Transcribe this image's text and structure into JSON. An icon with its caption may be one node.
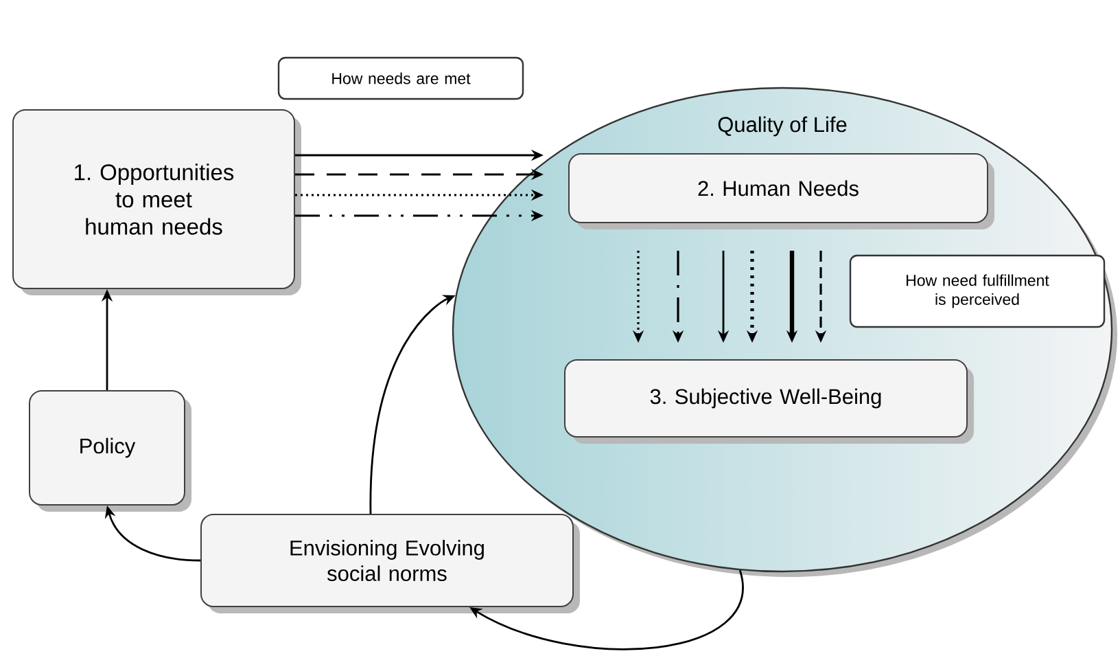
{
  "diagram": {
    "nodes": [
      {
        "text": [
          "Quality of Life"
        ]
      },
      {
        "text": [
          "1. Opportunities to meet human needs"
        ]
      },
      {
        "text": [
          "2. Human Needs"
        ],
        "in": 0
      },
      {
        "text": [
          "3. Subjective Well-Being"
        ],
        "in": 0
      },
      {
        "text": [
          "Policy"
        ]
      },
      {
        "text": [
          "Envisioning Evolving social norms"
        ]
      },
      {
        "text": [
          "How needs are met"
        ]
      },
      {
        "text": [
          "How need fulfillment is perceived"
        ],
        "in": 0
      }
    ],
    "edges": [
      {
        "from": 1,
        "to": 2,
        "arrow": "to"
      },
      {
        "from": 1,
        "to": 2,
        "arrow": "to",
        "style": "dashed"
      },
      {
        "from": 1,
        "to": 2,
        "arrow": "to",
        "style": "dashed"
      },
      {
        "from": 1,
        "to": 2,
        "arrow": "to",
        "style": "dashed"
      },
      {
        "from": 2,
        "to": 3,
        "arrow": "to",
        "style": "dashed"
      },
      {
        "from": 2,
        "to": 3,
        "arrow": "to",
        "style": "dashed"
      },
      {
        "from": 2,
        "to": 3,
        "arrow": "to"
      },
      {
        "from": 2,
        "to": 3,
        "arrow": "to",
        "style": "dashed"
      },
      {
        "from": 2,
        "to": 3,
        "arrow": "to",
        "style": "thick"
      },
      {
        "from": 2,
        "to": 3,
        "arrow": "to",
        "style": "dashed"
      },
      {
        "from": 4,
        "to": 1,
        "arrow": "to"
      },
      {
        "from": 5,
        "to": 4,
        "arrow": "to"
      },
      {
        "from": 5,
        "to": 0,
        "arrow": "to"
      },
      {
        "from": 0,
        "to": 5,
        "arrow": "to"
      }
    ]
  }
}
